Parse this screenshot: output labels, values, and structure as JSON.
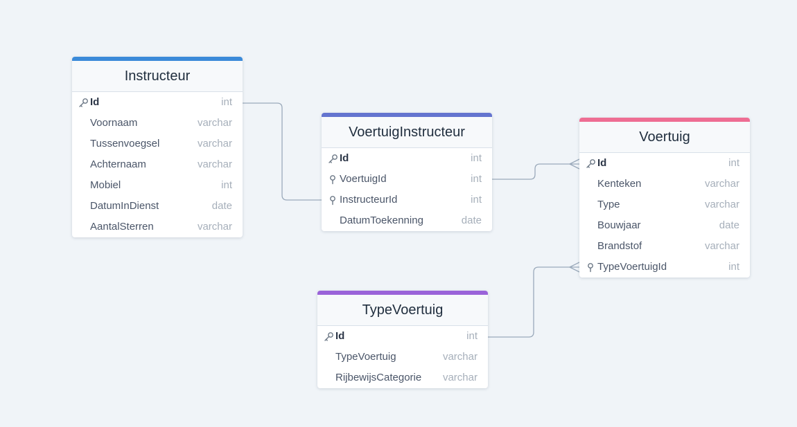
{
  "tables": [
    {
      "name": "Instructeur",
      "color": "#3b8ad9",
      "fields": [
        {
          "name": "Id",
          "type": "int",
          "key": "primary",
          "icon": "key-icon"
        },
        {
          "name": "Voornaam",
          "type": "varchar",
          "key": "",
          "icon": ""
        },
        {
          "name": "Tussenvoegsel",
          "type": "varchar",
          "key": "",
          "icon": ""
        },
        {
          "name": "Achternaam",
          "type": "varchar",
          "key": "",
          "icon": ""
        },
        {
          "name": "Mobiel",
          "type": "int",
          "key": "",
          "icon": ""
        },
        {
          "name": "DatumInDienst",
          "type": "date",
          "key": "",
          "icon": ""
        },
        {
          "name": "AantalSterren",
          "type": "varchar",
          "key": "",
          "icon": ""
        }
      ]
    },
    {
      "name": "VoertuigInstructeur",
      "color": "#6474cf",
      "fields": [
        {
          "name": "Id",
          "type": "int",
          "key": "primary",
          "icon": "key-icon"
        },
        {
          "name": "VoertuigId",
          "type": "int",
          "key": "foreign",
          "icon": "foreign-key-icon"
        },
        {
          "name": "InstructeurId",
          "type": "int",
          "key": "foreign",
          "icon": "foreign-key-icon"
        },
        {
          "name": "DatumToekenning",
          "type": "date",
          "key": "",
          "icon": ""
        }
      ]
    },
    {
      "name": "Voertuig",
      "color": "#ee6d93",
      "fields": [
        {
          "name": "Id",
          "type": "int",
          "key": "primary",
          "icon": "key-icon"
        },
        {
          "name": "Kenteken",
          "type": "varchar",
          "key": "",
          "icon": ""
        },
        {
          "name": "Type",
          "type": "varchar",
          "key": "",
          "icon": ""
        },
        {
          "name": "Bouwjaar",
          "type": "date",
          "key": "",
          "icon": ""
        },
        {
          "name": "Brandstof",
          "type": "varchar",
          "key": "",
          "icon": ""
        },
        {
          "name": "TypeVoertuigId",
          "type": "int",
          "key": "foreign",
          "icon": "foreign-key-icon"
        }
      ]
    },
    {
      "name": "TypeVoertuig",
      "color": "#9a63d9",
      "fields": [
        {
          "name": "Id",
          "type": "int",
          "key": "primary",
          "icon": "key-icon"
        },
        {
          "name": "TypeVoertuig",
          "type": "varchar",
          "key": "",
          "icon": ""
        },
        {
          "name": "RijbewijsCategorie",
          "type": "varchar",
          "key": "",
          "icon": ""
        }
      ]
    }
  ],
  "relations": [
    {
      "from": "Instructeur.Id",
      "to": "VoertuigInstructeur.InstructeurId",
      "cardinality": "one-to-one"
    },
    {
      "from": "VoertuigInstructeur.VoertuigId",
      "to": "Voertuig.Id",
      "cardinality": "one-to-many"
    },
    {
      "from": "TypeVoertuig.Id",
      "to": "Voertuig.TypeVoertuigId",
      "cardinality": "one-to-many"
    }
  ],
  "colors": {
    "background": "#f0f4f8",
    "connector": "#9aa9ba"
  }
}
